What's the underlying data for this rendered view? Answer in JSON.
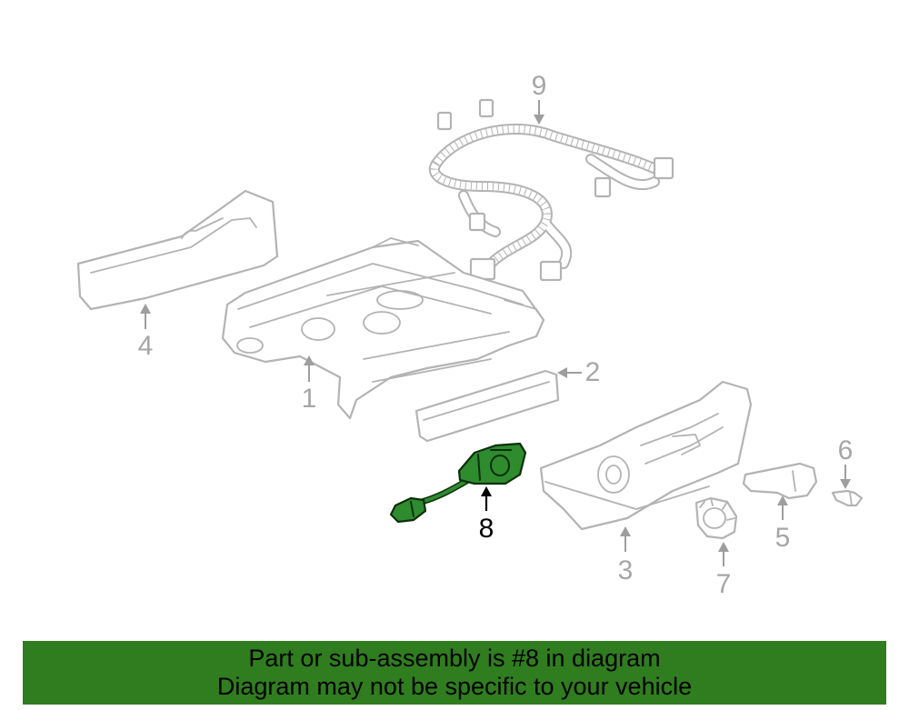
{
  "diagram": {
    "callouts": [
      {
        "id": "1",
        "label": "1"
      },
      {
        "id": "2",
        "label": "2"
      },
      {
        "id": "3",
        "label": "3"
      },
      {
        "id": "4",
        "label": "4"
      },
      {
        "id": "5",
        "label": "5"
      },
      {
        "id": "6",
        "label": "6"
      },
      {
        "id": "7",
        "label": "7"
      },
      {
        "id": "8",
        "label": "8"
      },
      {
        "id": "9",
        "label": "9"
      }
    ],
    "highlighted_part": "8",
    "colors": {
      "part_outline": "#b3b3b3",
      "highlight_fill": "#2e8b2e",
      "highlight_label": "#000000",
      "banner_bg": "#2f7d1f"
    }
  },
  "banner": {
    "line1": "Part or sub-assembly is #8 in diagram",
    "line2": "Diagram may not be specific to your vehicle"
  }
}
